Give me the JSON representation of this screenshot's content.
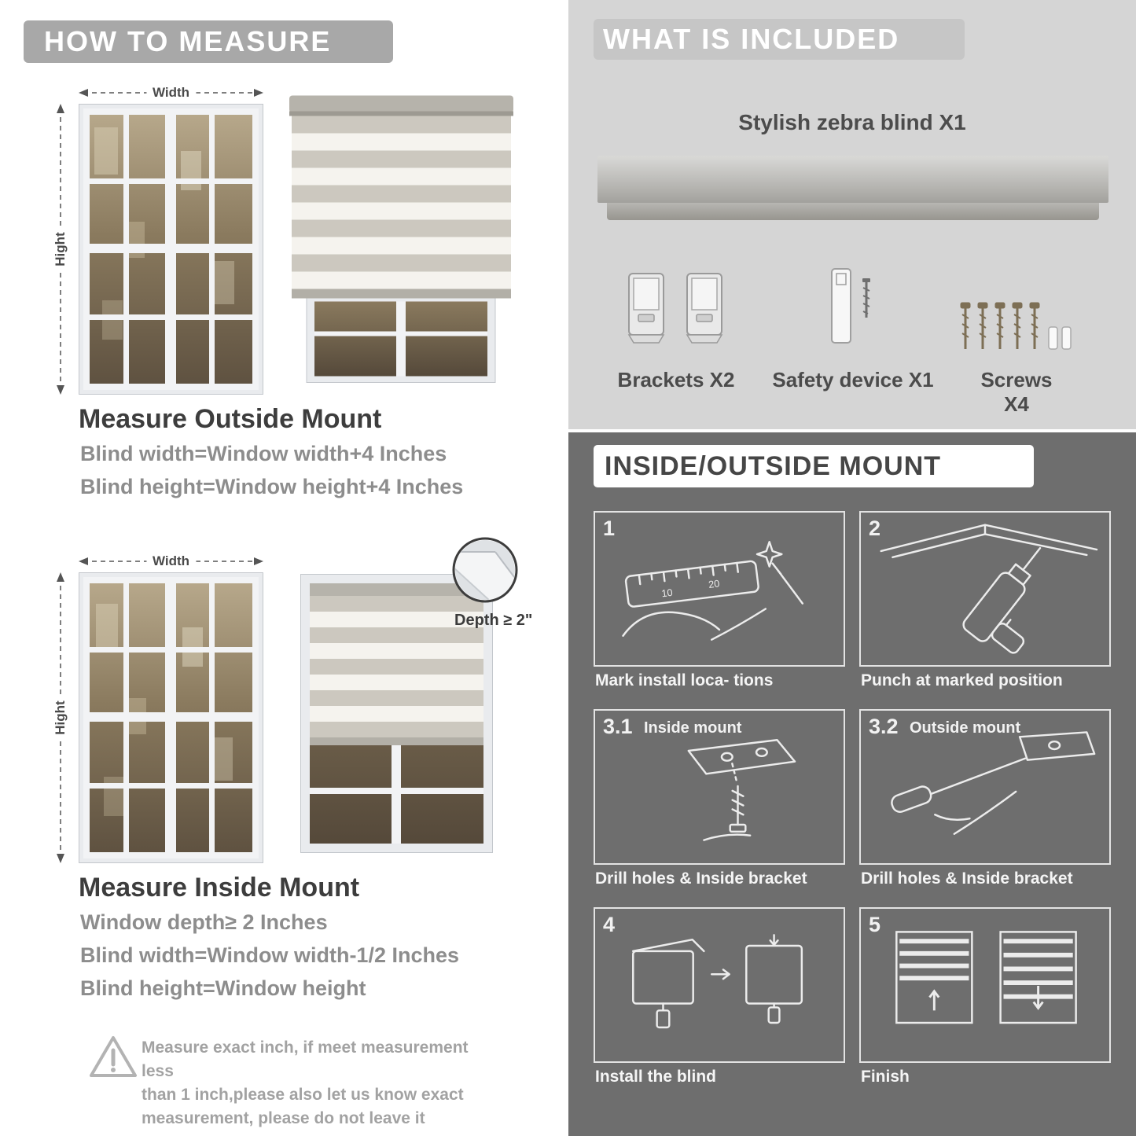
{
  "left": {
    "header": "HOW TO MEASURE",
    "outside": {
      "title": "Measure Outside Mount",
      "line1": "Blind width=Window width+4 Inches",
      "line2": "Blind height=Window height+4 Inches",
      "width_label": "Width",
      "height_label": "Hight"
    },
    "inside": {
      "title": "Measure Inside Mount",
      "line1": "Window depth≥ 2 Inches",
      "line2": "Blind width=Window width-1/2 Inches",
      "line3": "Blind height=Window height",
      "width_label": "Width",
      "height_label": "Hight",
      "depth_label": "Depth ≥ 2\""
    },
    "warning": {
      "icon_glyph": "!",
      "lines": [
        "Measure exact inch, if meet measurement less",
        "than 1 inch,please also let us know exact",
        "measurement, please do not leave it"
      ]
    }
  },
  "right_top": {
    "header": "WHAT IS INCLUDED",
    "product": "Stylish zebra blind X1",
    "items": [
      {
        "label": "Brackets X2"
      },
      {
        "label": "Safety device X1"
      },
      {
        "label": "Screws X4"
      }
    ]
  },
  "right_bottom": {
    "header": "INSIDE/OUTSIDE MOUNT",
    "steps": [
      {
        "num": "1",
        "inner_label": "",
        "caption": "Mark install loca- tions"
      },
      {
        "num": "2",
        "inner_label": "",
        "caption": "Punch at  marked position"
      },
      {
        "num": "3.1",
        "inner_label": "Inside mount",
        "caption": "Drill holes &  Inside bracket"
      },
      {
        "num": "3.2",
        "inner_label": "Outside mount",
        "caption": "Drill holes &  Inside bracket"
      },
      {
        "num": "4",
        "inner_label": "",
        "caption": "Install the blind"
      },
      {
        "num": "5",
        "inner_label": "",
        "caption": "Finish"
      }
    ]
  },
  "colors": {
    "left_header_bg": "#a8a8a8",
    "right_top_bg": "#d5d5d5",
    "right_header_bg": "#c6c6c6",
    "dark_section_bg": "#6e6e6e",
    "title_text": "#3d3d3d",
    "formula_text": "#8d8d8d"
  }
}
